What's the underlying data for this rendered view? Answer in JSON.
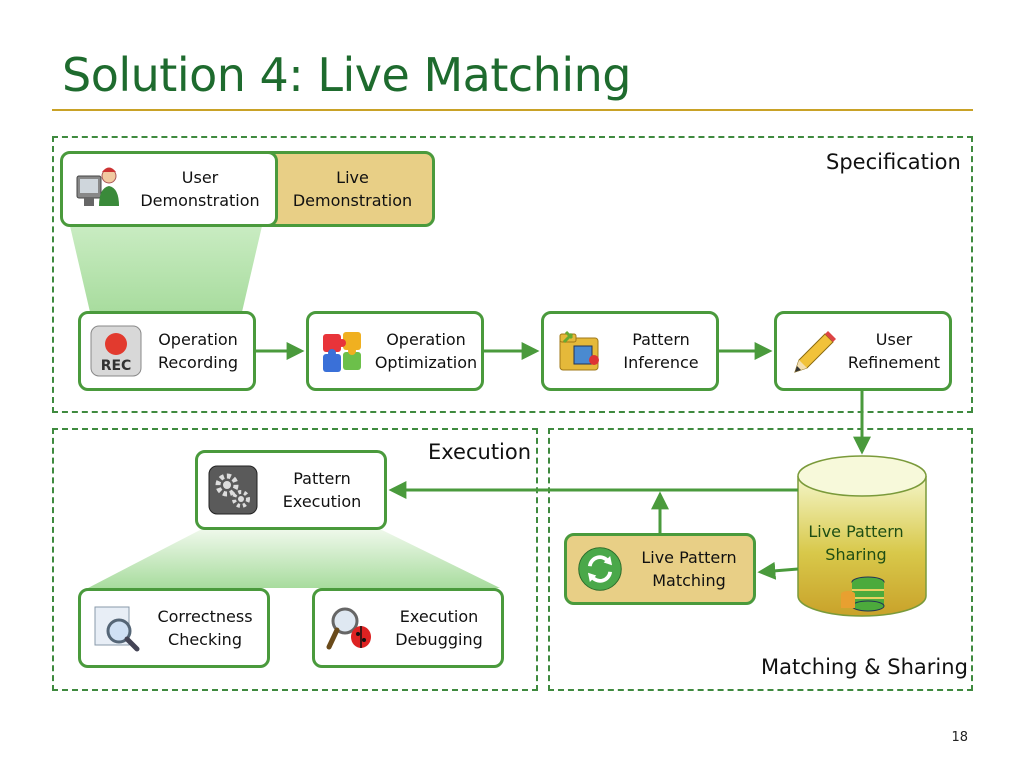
{
  "title": "Solution 4: Live Matching",
  "page_number": "18",
  "regions": {
    "specification": "Specification",
    "execution": "Execution",
    "matching": "Matching & Sharing"
  },
  "nodes": {
    "user_demo": "User\nDemonstration",
    "live_demo": "Live\nDemonstration",
    "op_recording": "Operation\nRecording",
    "op_optimization": "Operation\nOptimization",
    "pattern_inference": "Pattern\nInference",
    "user_refinement": "User\nRefinement",
    "pattern_execution": "Pattern\nExecution",
    "correctness_checking": "Correctness\nChecking",
    "execution_debugging": "Execution\nDebugging",
    "live_pattern_matching": "Live Pattern\nMatching",
    "live_pattern_sharing": "Live Pattern\nSharing"
  },
  "icons": {
    "user_demo": "user-at-computer-icon",
    "op_recording": "rec-icon",
    "op_optimization": "puzzle-icon",
    "pattern_inference": "tools-folder-icon",
    "user_refinement": "pencil-icon",
    "pattern_execution": "gears-icon",
    "correctness_checking": "magnifier-icon",
    "execution_debugging": "bug-magnifier-icon",
    "live_pattern_matching": "sync-icon",
    "live_pattern_sharing": "database-icon"
  },
  "colors": {
    "accent_green": "#4a9a3c",
    "title_green": "#1e6b2e",
    "gold": "#e8cf86",
    "rule": "#c9a227"
  }
}
